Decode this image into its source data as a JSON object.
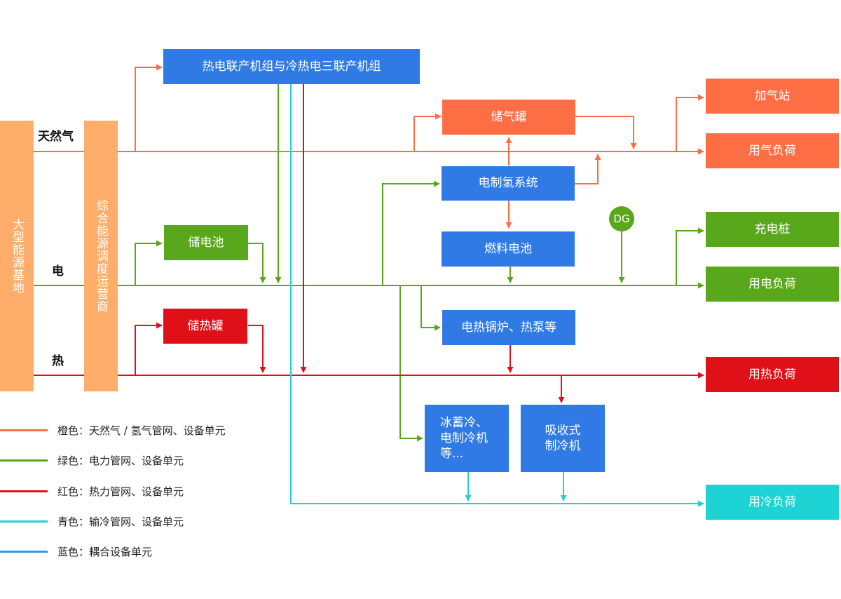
{
  "colors": {
    "gas": "#fe6e44",
    "power": "#59a81c",
    "heat": "#e01018",
    "cooling": "#1dd3d4",
    "coupling": "#2f7ae5",
    "base": "#ffad6a"
  },
  "columns": {
    "energy_base": "大型能源基地",
    "operator": "综合能源调度运营商"
  },
  "bus_labels": {
    "gas": "天然气",
    "power": "电",
    "heat": "热"
  },
  "units": {
    "chp": "热电联产机组与冷热电三联产机组",
    "gas_tank": "储气罐",
    "electrolysis": "电制氢系统",
    "fuel_cell": "燃料电池",
    "battery": "储电池",
    "heat_tank": "储热罐",
    "boiler_pump": "电热锅炉、热泵等",
    "ice_storage": [
      "冰蓄冷、",
      "电制冷机",
      "等..."
    ],
    "absorption": [
      "吸收式",
      "制冷机"
    ],
    "dg": "DG"
  },
  "loads": {
    "gas_station": "加气站",
    "gas_load": "用气负荷",
    "charging_pile": "充电桩",
    "power_load": "用电负荷",
    "heat_load": "用热负荷",
    "cooling_load": "用冷负荷"
  },
  "legend": [
    {
      "color": "#fe6e44",
      "text": "橙色：天然气 / 氢气管网、设备单元"
    },
    {
      "color": "#59a81c",
      "text": "绿色：电力管网、设备单元"
    },
    {
      "color": "#e01018",
      "text": "红色：热力管网、设备单元"
    },
    {
      "color": "#1dd3d4",
      "text": "青色：输冷管网、设备单元"
    },
    {
      "color": "#2f9be8",
      "text": "蓝色：耦合设备单元"
    }
  ]
}
